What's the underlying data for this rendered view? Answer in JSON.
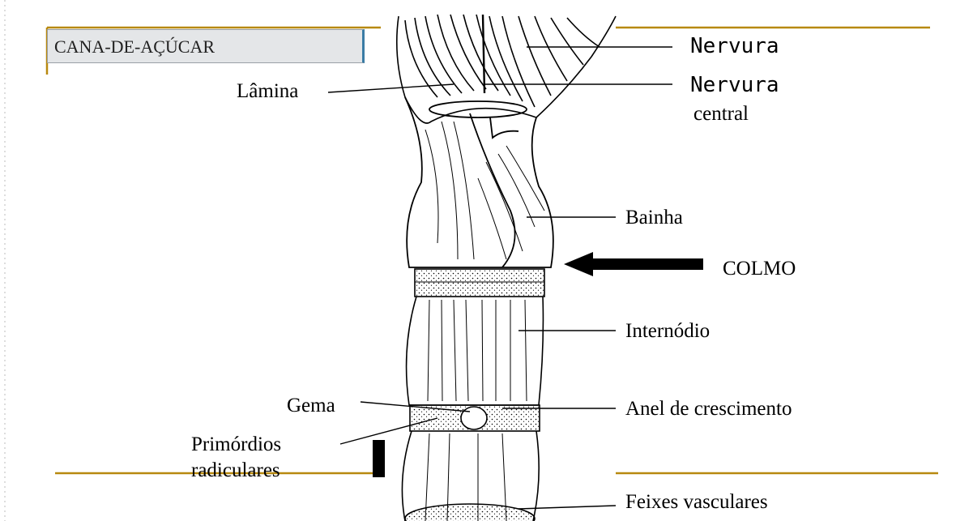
{
  "slide": {
    "title": "CANA-DE-AÇÚCAR"
  },
  "labels": {
    "nervura": "Nervura",
    "nervura_central_1": "Nervura",
    "nervura_central_2": "central",
    "lamina": "Lâmina",
    "bainha": "Bainha",
    "colmo": "COLMO",
    "internodio": "Internódio",
    "gema": "Gema",
    "anel": "Anel de crescimento",
    "primordios_1": "Primórdios",
    "primordios_2": "radiculares",
    "feixes": "Feixes vasculares"
  },
  "colors": {
    "accent_gold": "#b8890f",
    "title_box_bg": "#e4e6e8",
    "title_box_edge": "#3a7ca5"
  }
}
